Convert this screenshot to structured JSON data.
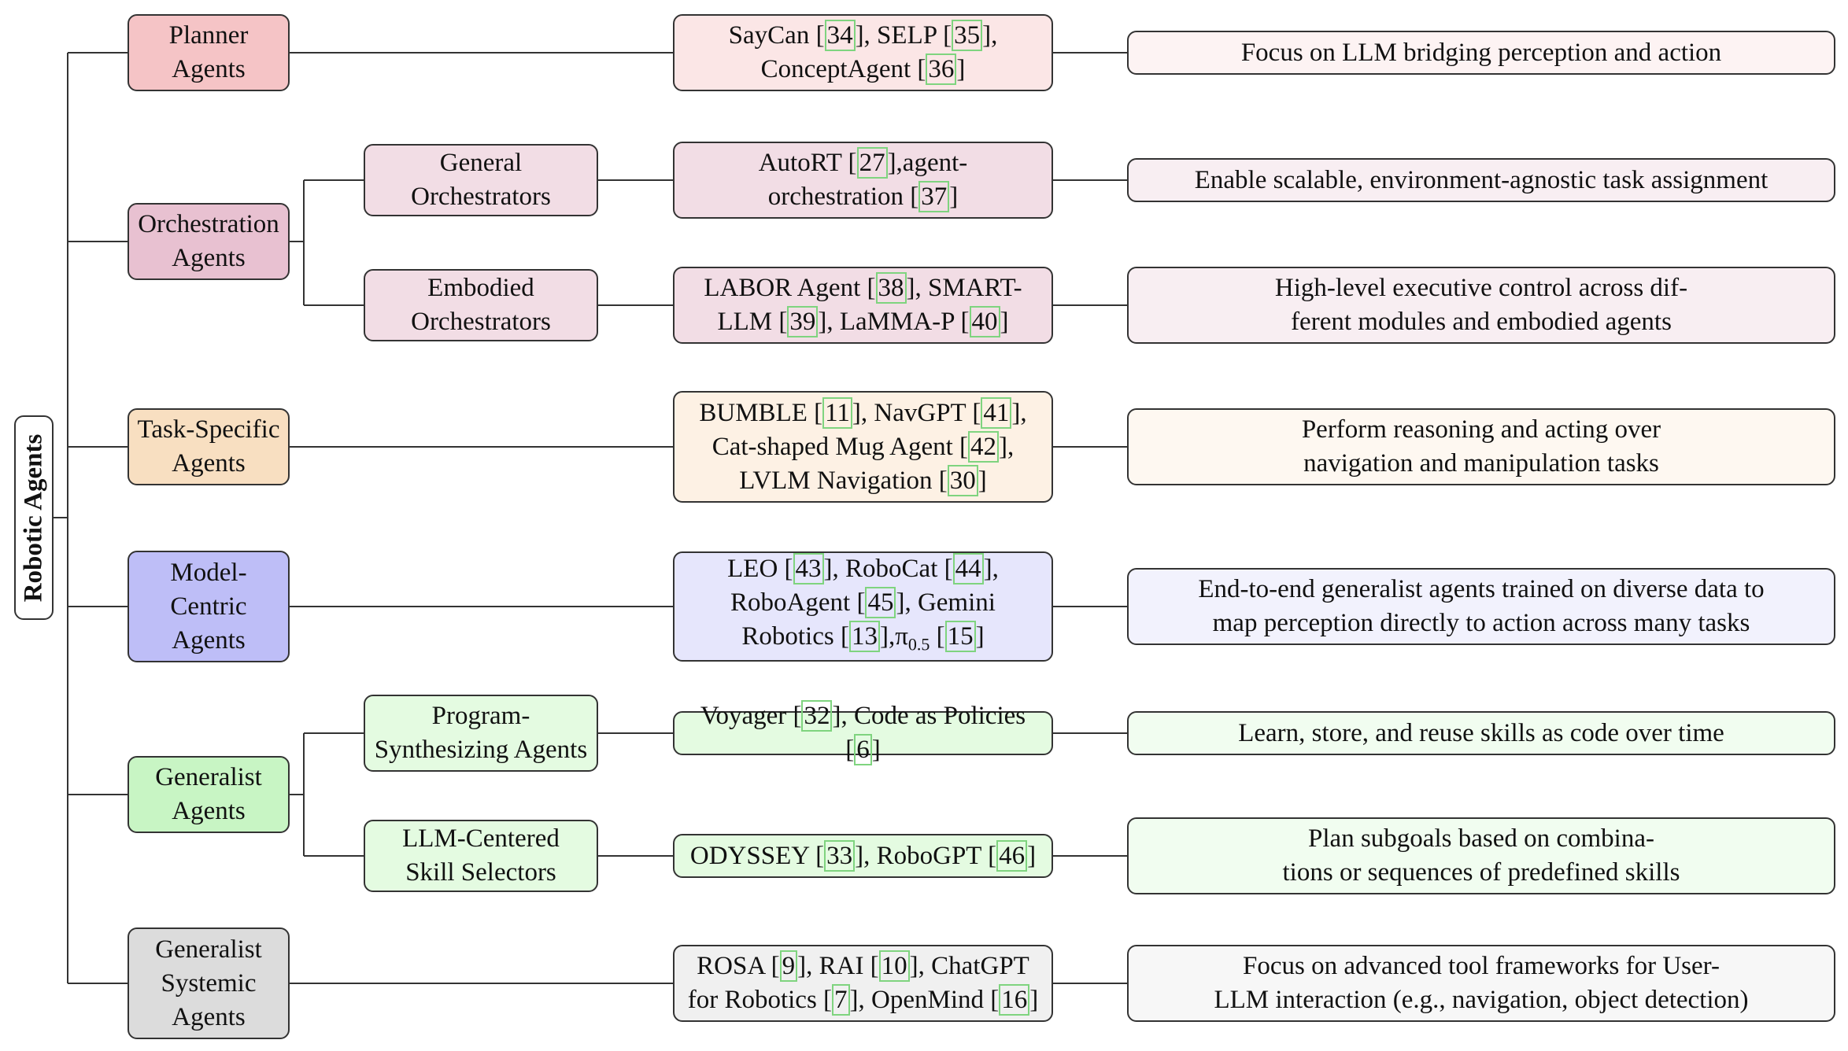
{
  "root": "Robotic Agents",
  "colors": {
    "planner": "#f5c4c6",
    "planner_light": "#fbe6e6",
    "planner_pale": "#fdf3f3",
    "orch": "#e8c1d1",
    "orch_light": "#f2dde5",
    "orch_pale": "#f8eef2",
    "task": "#f8dfc1",
    "task_light": "#fdf1e4",
    "task_pale": "#fef8f1",
    "model": "#bebef7",
    "model_light": "#e6e6fc",
    "model_pale": "#f2f2fd",
    "gen": "#c8f5c4",
    "gen_light": "#e4fbe1",
    "gen_pale": "#f1fdf0",
    "sys": "#dcdcdc",
    "sys_light": "#f0f0f0",
    "sys_pale": "#f7f7f7"
  },
  "nodes": {
    "planner": "Planner Agents",
    "orchestration": "Orchestration Agents",
    "general_orch": "General Orchestrators",
    "embodied_orch": "Embodied Orchestrators",
    "task_specific": "Task-Specific Agents",
    "model_centric": "Model-Centric Agents",
    "generalist": "Generalist Agents",
    "program_synth": "Program-Synthesizing Agents",
    "llm_centered": "LLM-Centered Skill Selectors",
    "systemic": "Generalist Systemic Agents"
  },
  "refs": {
    "planner": "SayCan [34], SELP [35], ConceptAgent [36]",
    "general_orch": "AutoRT [27],agent-orchestration [37]",
    "embodied_orch": "LABOR Agent [38], SMART-LLM [39], LaMMA-P [40]",
    "task_specific": "BUMBLE [11], NavGPT [41], Cat-shaped Mug Agent [42], LVLM Navigation [30]",
    "model_centric": "LEO [43], RoboCat [44], RoboAgent [45], Gemini Robotics [13],π0.5 [15]",
    "program_synth": "Voyager [32], Code as Policies [6]",
    "llm_centered": "ODYSSEY [33], RoboGPT [46]",
    "systemic": "ROSA [9], RAI [10], ChatGPT for Robotics [7], OpenMind [16]"
  },
  "descriptions": {
    "planner": "Focus on LLM bridging perception and action",
    "general_orch": "Enable scalable, environment-agnostic task assignment",
    "embodied_orch": "High-level executive control across different modules and embodied agents",
    "task_specific": "Perform reasoning and acting over navigation and manipulation tasks",
    "model_centric": "End-to-end generalist agents trained on diverse data to map perception directly to action across many tasks",
    "program_synth": "Learn, store, and reuse skills as code over time",
    "llm_centered": "Plan subgoals based on combinations or sequences of predefined skills",
    "systemic": "Focus on advanced tool frameworks for User-LLM interaction (e.g., navigation, object detection)"
  }
}
